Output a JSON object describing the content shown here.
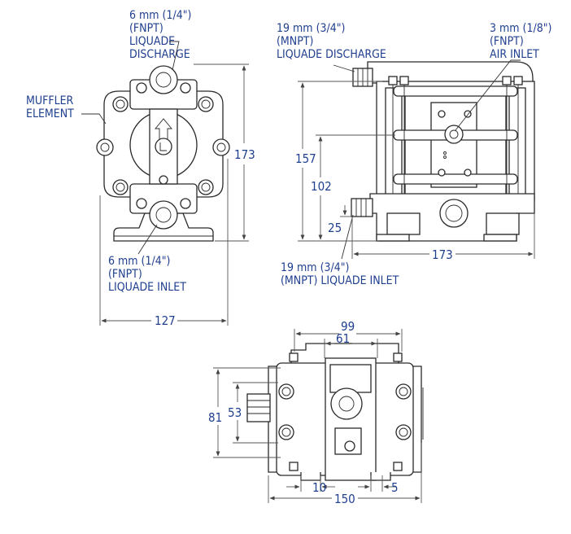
{
  "colors": {
    "label": "#1f3f8f",
    "outline": "#2a2a2a"
  },
  "front_view": {
    "discharge_label": [
      "6 mm (1/4\")",
      "(FNPT)",
      "LIQUADE",
      "DISCHARGE"
    ],
    "muffler_label": [
      "MUFFLER",
      "ELEMENT"
    ],
    "inlet_label": [
      "6 mm (1/4\")",
      "(FNPT)",
      "LIQUADE INLET"
    ],
    "dim_height": "173",
    "dim_width": "127"
  },
  "side_view": {
    "discharge_label": [
      "19 mm (3/4\")",
      "(MNPT)",
      "LIQUADE DISCHARGE"
    ],
    "air_inlet_label": [
      "3 mm (1/8\")",
      "(FNPT)",
      "AIR INLET"
    ],
    "inlet_label": [
      "19 mm (3/4\")",
      "(MNPT) LIQUADE INLET"
    ],
    "dim_157": "157",
    "dim_102": "102",
    "dim_25": "25",
    "dim_173": "173"
  },
  "bottom_view": {
    "dim_99": "99",
    "dim_61": "61",
    "dim_81": "81",
    "dim_53": "53",
    "dim_10": "10",
    "dim_5": "5",
    "dim_150": "150"
  }
}
